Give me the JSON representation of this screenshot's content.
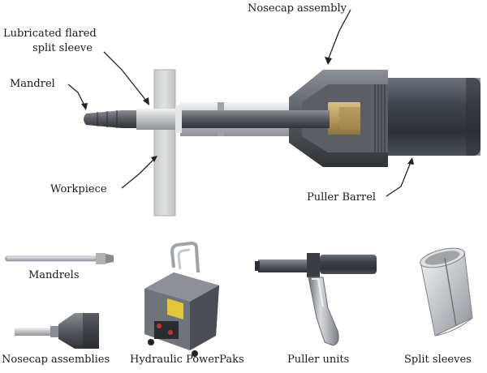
{
  "labels": {
    "nosecap_assembly": "Nosecap assembly",
    "lubricated_line1": "Lubricated flared",
    "lubricated_line2": "split sleeve",
    "mandrel": "Mandrel",
    "workpiece": "Workpiece",
    "puller_barrel": "Puller Barrel"
  },
  "components": [
    {
      "caption": "Mandrels"
    },
    {
      "caption": "Nosecap assemblies"
    },
    {
      "caption": "Hydraulic PowerPaks"
    },
    {
      "caption": "Puller units"
    },
    {
      "caption": "Split sleeves"
    }
  ],
  "colors": {
    "barrel": "#3e434b",
    "steel": "#b9bdc2",
    "brass": "#b89a5a",
    "workpiece": "#d0d2d3",
    "powerpak_label": "#e3c63a"
  }
}
